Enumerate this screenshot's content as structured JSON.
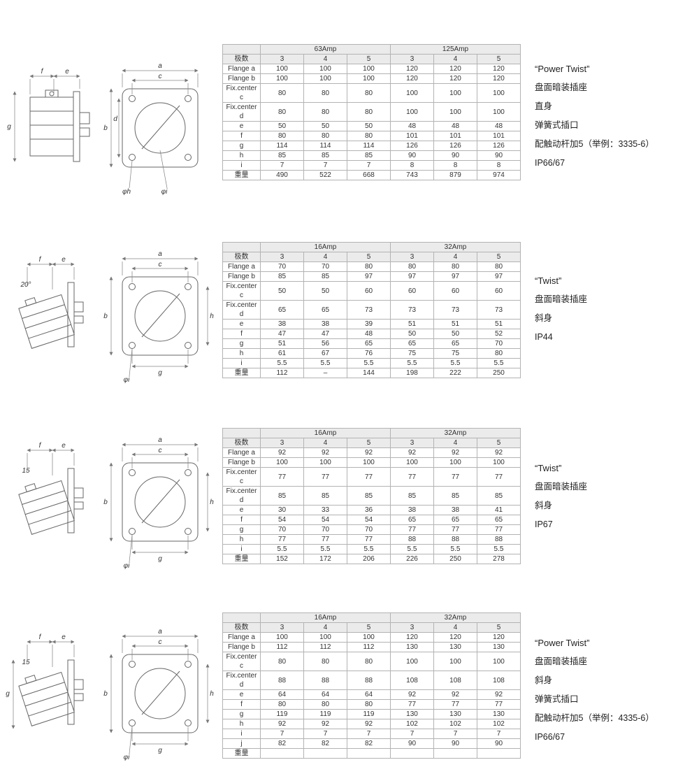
{
  "sections": [
    {
      "drawing": {
        "body": "straight",
        "angle": "",
        "side": {
          "top1": "f",
          "top2": "e",
          "left": "g"
        },
        "front": {
          "top_outer": "a",
          "top_inner": "c",
          "left_outer": "b",
          "left_inner": "d",
          "right": "",
          "bottom": "",
          "notes": [
            "φh",
            "φi"
          ]
        }
      },
      "table": {
        "col_groups": [
          "63Amp",
          "125Amp"
        ],
        "pole_label": "极数",
        "pole_values": [
          "3",
          "4",
          "5",
          "3",
          "4",
          "5"
        ],
        "rows": [
          {
            "label": "Flange a",
            "values": [
              "100",
              "100",
              "100",
              "120",
              "120",
              "120"
            ]
          },
          {
            "label": "Flange b",
            "values": [
              "100",
              "100",
              "100",
              "120",
              "120",
              "120"
            ]
          },
          {
            "label": "Fix.center c",
            "values": [
              "80",
              "80",
              "80",
              "100",
              "100",
              "100"
            ]
          },
          {
            "label": "Fix.center d",
            "values": [
              "80",
              "80",
              "80",
              "100",
              "100",
              "100"
            ]
          },
          {
            "label": "e",
            "values": [
              "50",
              "50",
              "50",
              "48",
              "48",
              "48"
            ]
          },
          {
            "label": "f",
            "values": [
              "80",
              "80",
              "80",
              "101",
              "101",
              "101"
            ]
          },
          {
            "label": "g",
            "values": [
              "114",
              "114",
              "114",
              "126",
              "126",
              "126"
            ]
          },
          {
            "label": "h",
            "values": [
              "85",
              "85",
              "85",
              "90",
              "90",
              "90"
            ]
          },
          {
            "label": "i",
            "values": [
              "7",
              "7",
              "7",
              "8",
              "8",
              "8"
            ]
          },
          {
            "label": "重量",
            "values": [
              "490",
              "522",
              "668",
              "743",
              "879",
              "974"
            ]
          }
        ]
      },
      "description": [
        "“Power Twist”",
        "盘面暗装插座",
        "直身",
        "弹簧式插口",
        "配触动杆加5（举例：3335-6）",
        "IP66/67"
      ]
    },
    {
      "drawing": {
        "body": "angled",
        "angle": "20°",
        "side": {
          "top1": "f",
          "top2": "e",
          "left": ""
        },
        "front": {
          "top_outer": "a",
          "top_inner": "c",
          "left_outer": "b",
          "left_inner": "",
          "right": "h",
          "bottom": "g",
          "notes": [
            "φi"
          ]
        }
      },
      "table": {
        "col_groups": [
          "16Amp",
          "32Amp"
        ],
        "pole_label": "极数",
        "pole_values": [
          "3",
          "4",
          "5",
          "3",
          "4",
          "5"
        ],
        "rows": [
          {
            "label": "Flange a",
            "values": [
              "70",
              "70",
              "80",
              "80",
              "80",
              "80"
            ]
          },
          {
            "label": "Flange b",
            "values": [
              "85",
              "85",
              "97",
              "97",
              "97",
              "97"
            ]
          },
          {
            "label": "Fix.center c",
            "values": [
              "50",
              "50",
              "60",
              "60",
              "60",
              "60"
            ]
          },
          {
            "label": "Fix.center d",
            "values": [
              "65",
              "65",
              "73",
              "73",
              "73",
              "73"
            ]
          },
          {
            "label": "e",
            "values": [
              "38",
              "38",
              "39",
              "51",
              "51",
              "51"
            ]
          },
          {
            "label": "f",
            "values": [
              "47",
              "47",
              "48",
              "50",
              "50",
              "52"
            ]
          },
          {
            "label": "g",
            "values": [
              "51",
              "56",
              "65",
              "65",
              "65",
              "70"
            ]
          },
          {
            "label": "h",
            "values": [
              "61",
              "67",
              "76",
              "75",
              "75",
              "80"
            ]
          },
          {
            "label": "i",
            "values": [
              "5.5",
              "5.5",
              "5.5",
              "5.5",
              "5.5",
              "5.5"
            ]
          },
          {
            "label": "重量",
            "values": [
              "112",
              "–",
              "144",
              "198",
              "222",
              "250"
            ]
          }
        ]
      },
      "description": [
        "“Twist”",
        "盘面暗装插座",
        "斜身",
        "IP44"
      ]
    },
    {
      "drawing": {
        "body": "angled",
        "angle": "15",
        "side": {
          "top1": "f",
          "top2": "e",
          "left": ""
        },
        "front": {
          "top_outer": "a",
          "top_inner": "c",
          "left_outer": "b",
          "left_inner": "",
          "right": "h",
          "bottom": "g",
          "notes": [
            "φi"
          ]
        }
      },
      "table": {
        "col_groups": [
          "16Amp",
          "32Amp"
        ],
        "pole_label": "极数",
        "pole_values": [
          "3",
          "4",
          "5",
          "3",
          "4",
          "5"
        ],
        "rows": [
          {
            "label": "Flange a",
            "values": [
              "92",
              "92",
              "92",
              "92",
              "92",
              "92"
            ]
          },
          {
            "label": "Flange b",
            "values": [
              "100",
              "100",
              "100",
              "100",
              "100",
              "100"
            ]
          },
          {
            "label": "Fix.center c",
            "values": [
              "77",
              "77",
              "77",
              "77",
              "77",
              "77"
            ]
          },
          {
            "label": "Fix.center d",
            "values": [
              "85",
              "85",
              "85",
              "85",
              "85",
              "85"
            ]
          },
          {
            "label": "e",
            "values": [
              "30",
              "33",
              "36",
              "38",
              "38",
              "41"
            ]
          },
          {
            "label": "f",
            "values": [
              "54",
              "54",
              "54",
              "65",
              "65",
              "65"
            ]
          },
          {
            "label": "g",
            "values": [
              "70",
              "70",
              "70",
              "77",
              "77",
              "77"
            ]
          },
          {
            "label": "h",
            "values": [
              "77",
              "77",
              "77",
              "88",
              "88",
              "88"
            ]
          },
          {
            "label": "i",
            "values": [
              "5.5",
              "5.5",
              "5.5",
              "5.5",
              "5.5",
              "5.5"
            ]
          },
          {
            "label": "重量",
            "values": [
              "152",
              "172",
              "206",
              "226",
              "250",
              "278"
            ]
          }
        ]
      },
      "description": [
        "“Twist”",
        "盘面暗装插座",
        "斜身",
        "IP67"
      ]
    },
    {
      "drawing": {
        "body": "angled",
        "angle": "15",
        "side": {
          "top1": "f",
          "top2": "e",
          "left": "g"
        },
        "front": {
          "top_outer": "a",
          "top_inner": "c",
          "left_outer": "b",
          "left_inner": "",
          "right": "h",
          "bottom": "g",
          "notes": [
            "φi"
          ]
        }
      },
      "table": {
        "col_groups": [
          "16Amp",
          "32Amp"
        ],
        "pole_label": "极数",
        "pole_values": [
          "3",
          "4",
          "5",
          "3",
          "4",
          "5"
        ],
        "rows": [
          {
            "label": "Flange a",
            "values": [
              "100",
              "100",
              "100",
              "120",
              "120",
              "120"
            ]
          },
          {
            "label": "Flange b",
            "values": [
              "112",
              "112",
              "112",
              "130",
              "130",
              "130"
            ]
          },
          {
            "label": "Fix.center c",
            "values": [
              "80",
              "80",
              "80",
              "100",
              "100",
              "100"
            ]
          },
          {
            "label": "Fix.center d",
            "values": [
              "88",
              "88",
              "88",
              "108",
              "108",
              "108"
            ]
          },
          {
            "label": "e",
            "values": [
              "64",
              "64",
              "64",
              "92",
              "92",
              "92"
            ]
          },
          {
            "label": "f",
            "values": [
              "80",
              "80",
              "80",
              "77",
              "77",
              "77"
            ]
          },
          {
            "label": "g",
            "values": [
              "119",
              "119",
              "119",
              "130",
              "130",
              "130"
            ]
          },
          {
            "label": "h",
            "values": [
              "92",
              "92",
              "92",
              "102",
              "102",
              "102"
            ]
          },
          {
            "label": "i",
            "values": [
              "7",
              "7",
              "7",
              "7",
              "7",
              "7"
            ]
          },
          {
            "label": "j",
            "values": [
              "82",
              "82",
              "82",
              "90",
              "90",
              "90"
            ]
          },
          {
            "label": "重量",
            "values": [
              "",
              "",
              "",
              "",
              "",
              ""
            ]
          }
        ]
      },
      "description": [
        "“Power Twist”",
        "盘面暗装插座",
        "斜身",
        "弹簧式插口",
        "配触动杆加5（举例：4335-6）",
        "IP66/67"
      ]
    }
  ]
}
